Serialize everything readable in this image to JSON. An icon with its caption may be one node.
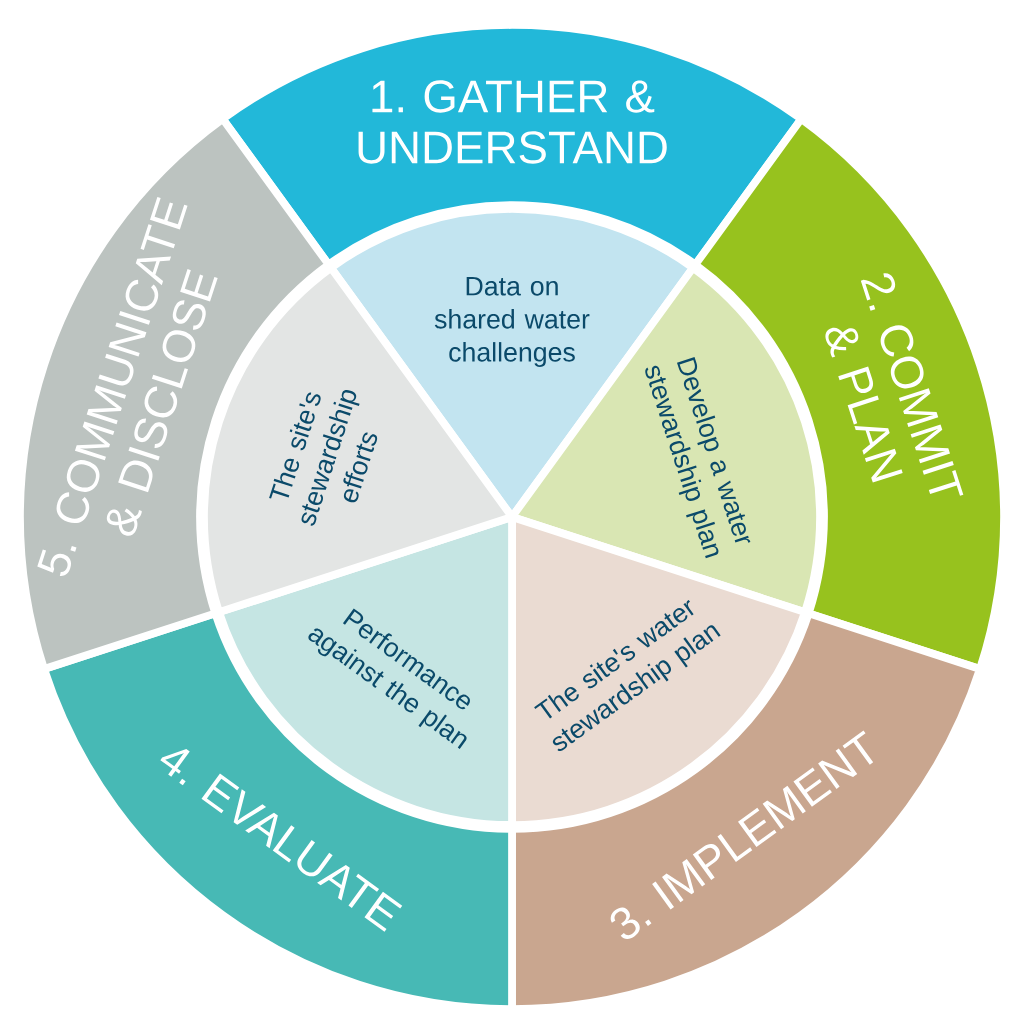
{
  "diagram": {
    "nodes": [
      {
        "text": [
          "1. GATHER & UNDERSTAND"
        ]
      },
      {
        "text": [
          "Data on shared water challenges"
        ]
      },
      {
        "text": [
          "2. COMMIT & PLAN"
        ]
      },
      {
        "text": [
          "Develop a water stewardship plan"
        ]
      },
      {
        "text": [
          "3. IMPLEMENT"
        ]
      },
      {
        "text": [
          "The site's water stewardship plan"
        ]
      },
      {
        "text": [
          "4. EVALUATE"
        ]
      },
      {
        "text": [
          "Performance against the plan"
        ]
      },
      {
        "text": [
          "5. COMMUNICATE & DISCLOSE"
        ]
      },
      {
        "text": [
          "The site's stewardship efforts"
        ]
      }
    ]
  }
}
